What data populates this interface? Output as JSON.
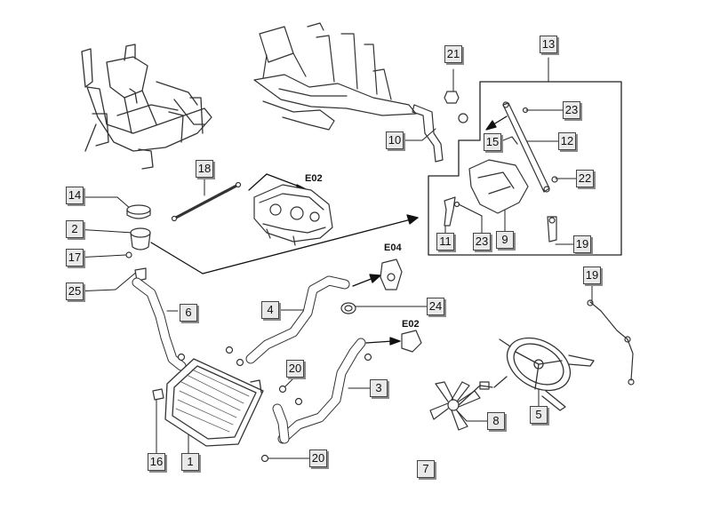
{
  "callouts": [
    {
      "id": "p1",
      "label": "1"
    },
    {
      "id": "p2",
      "label": "2"
    },
    {
      "id": "p3",
      "label": "3"
    },
    {
      "id": "p4",
      "label": "4"
    },
    {
      "id": "p5",
      "label": "5"
    },
    {
      "id": "p6",
      "label": "6"
    },
    {
      "id": "p7",
      "label": "7"
    },
    {
      "id": "p8",
      "label": "8"
    },
    {
      "id": "p9",
      "label": "9"
    },
    {
      "id": "p10",
      "label": "10"
    },
    {
      "id": "p11",
      "label": "11"
    },
    {
      "id": "p12",
      "label": "12"
    },
    {
      "id": "p13",
      "label": "13"
    },
    {
      "id": "p14",
      "label": "14"
    },
    {
      "id": "p15",
      "label": "15"
    },
    {
      "id": "p16",
      "label": "16"
    },
    {
      "id": "p17",
      "label": "17"
    },
    {
      "id": "p18",
      "label": "18"
    },
    {
      "id": "p19a",
      "label": "19"
    },
    {
      "id": "p19b",
      "label": "19"
    },
    {
      "id": "p20a",
      "label": "20"
    },
    {
      "id": "p20b",
      "label": "20"
    },
    {
      "id": "p21",
      "label": "21"
    },
    {
      "id": "p22",
      "label": "22"
    },
    {
      "id": "p23a",
      "label": "23"
    },
    {
      "id": "p23b",
      "label": "23"
    },
    {
      "id": "p24",
      "label": "24"
    },
    {
      "id": "p25",
      "label": "25"
    }
  ],
  "refs": [
    {
      "id": "r1",
      "label": "E02"
    },
    {
      "id": "r2",
      "label": "E04"
    },
    {
      "id": "r3",
      "label": "E02"
    }
  ]
}
